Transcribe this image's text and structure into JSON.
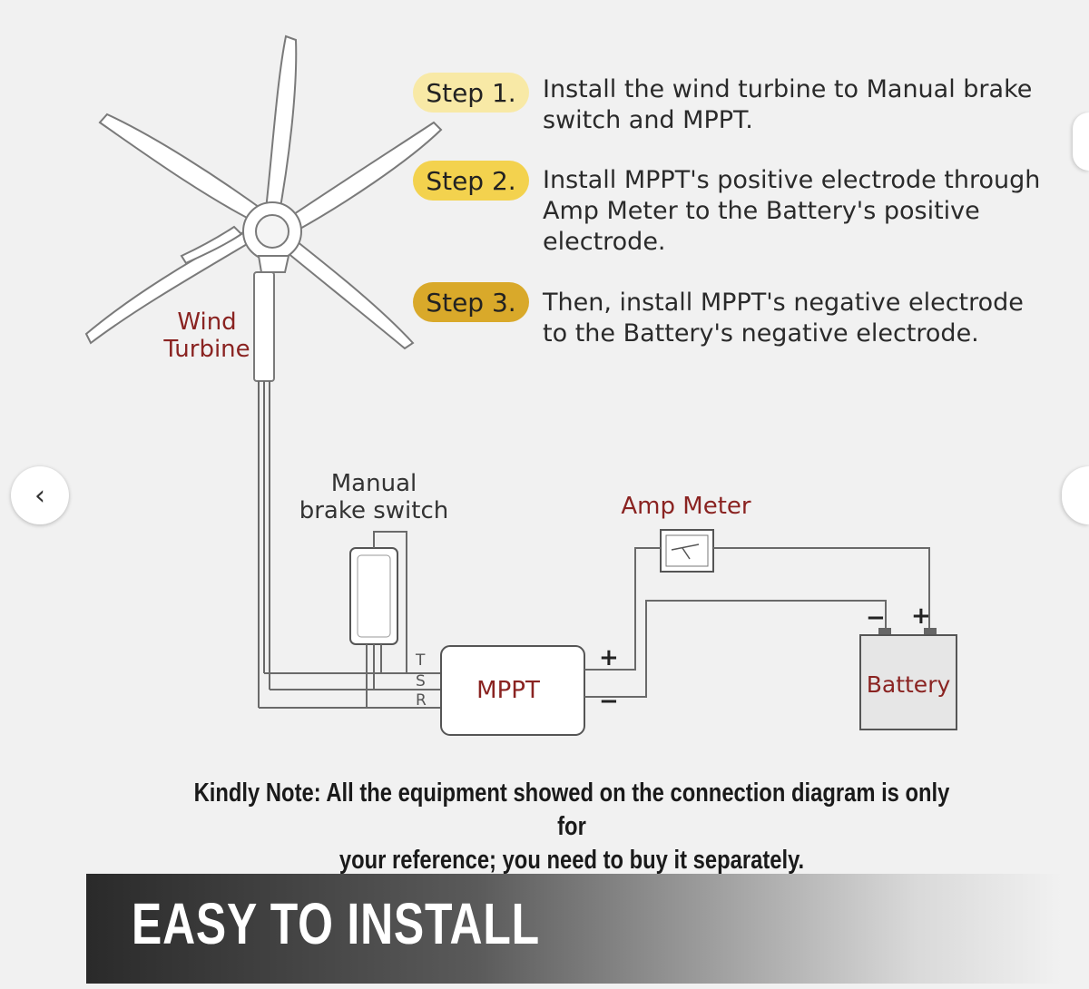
{
  "steps": [
    {
      "badge": "Step 1.",
      "text": "Install the wind turbine to Manual brake\nswitch and MPPT.",
      "color": "#f8e9a6"
    },
    {
      "badge": "Step 2.",
      "text": "Install MPPT's positive electrode through\nAmp Meter to the Battery's positive\nelectrode.",
      "color": "#f3d24e"
    },
    {
      "badge": "Step 3.",
      "text": "Then, install MPPT's negative electrode\nto the Battery's negative electrode.",
      "color": "#d9a92a"
    }
  ],
  "labels": {
    "wind_turbine": "Wind\nTurbine",
    "manual_brake_switch": "Manual\nbrake switch",
    "amp_meter": "Amp Meter",
    "mppt": "MPPT",
    "battery": "Battery"
  },
  "terminals": {
    "t": "T",
    "s": "S",
    "r": "R",
    "plus": "+",
    "minus": "−"
  },
  "note": "Kindly Note: All the equipment showed on the connection diagram is only for\nyour reference; you need to buy it separately.",
  "banner": {
    "title": "EASY TO INSTALL"
  },
  "nav": {
    "prev": "‹"
  },
  "colors": {
    "label_red": "#8a2321",
    "wire": "#6a6a6a",
    "battery_fill": "#e6e6e6"
  }
}
